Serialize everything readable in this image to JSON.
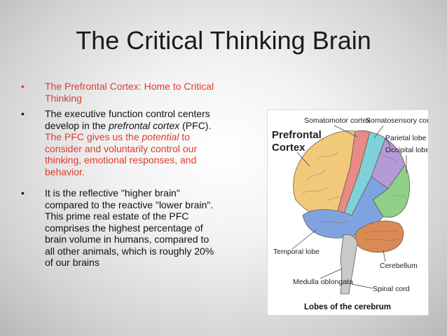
{
  "slide": {
    "title": "The Critical Thinking Brain",
    "bullet_symbol": "•",
    "bullets": [
      {
        "text": "The Prefrontal Cortex: Home to Critical Thinking"
      },
      {
        "part1": "The executive function control centers develop in the ",
        "part1_em": "prefrontal cortex",
        "part1_tail": " (PFC). ",
        "part2": "The PFC gives us the ",
        "part2_em": "potential",
        "part2_tail": " to consider and voluntarily control our thinking, emotional responses, and behavior."
      },
      {
        "text": " It is the reflective \"higher brain\" compared to the reactive \"lower brain\". This prime real estate of the PFC comprises the highest percentage of brain volume in humans, compared to all other animals, which is roughly 20% of our brains"
      }
    ],
    "colors": {
      "accent_red": "#e03a2b",
      "text": "#111111"
    }
  },
  "figure": {
    "labels": {
      "prefrontal_1": "Prefrontal",
      "prefrontal_2": "Cortex",
      "somatomotor": "Somatomotor cortex",
      "somatosensory": "Somatosensory cortex",
      "parietal": "Parietal lobe",
      "occipital": "Occipital lobe",
      "temporal": "Temporal lobe",
      "cerebellum": "Cerebellum",
      "medulla": "Medulla oblongata",
      "spinal": "Spinal cord",
      "caption": "Lobes of the cerebrum"
    },
    "colors": {
      "frontal": "#f2c97a",
      "motor": "#e98a86",
      "sensory": "#7fd1d8",
      "parietal": "#b49ad6",
      "occipital": "#8fd08a",
      "temporal": "#7fa3e0",
      "cerebellum": "#d98a55",
      "stem": "#c9c9c9"
    }
  }
}
